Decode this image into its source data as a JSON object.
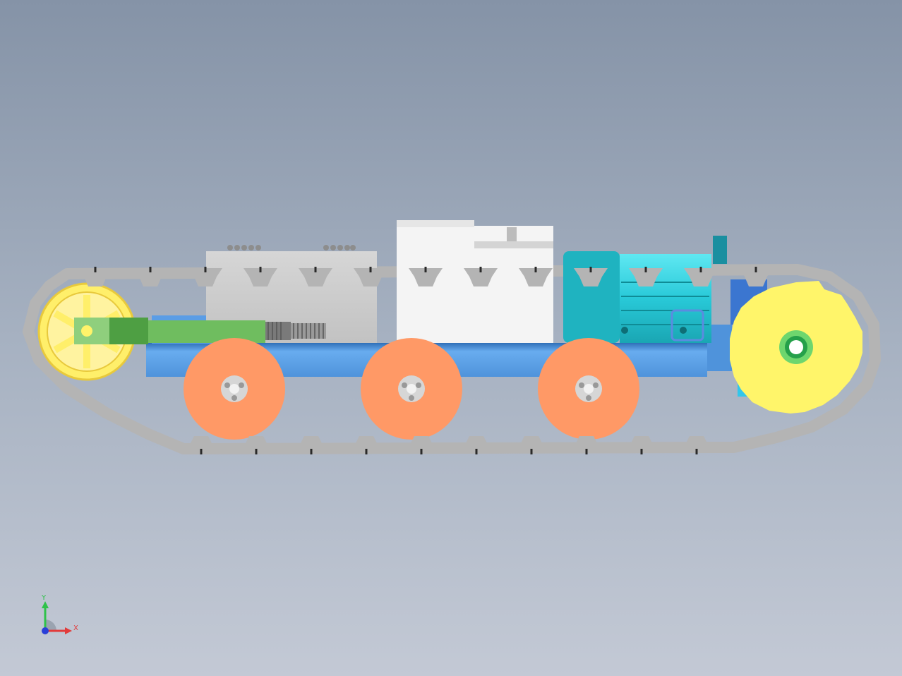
{
  "scene": {
    "colors": {
      "background_top": "#8593a7",
      "background_bottom": "#c3c9d5",
      "track": "#b4b4b4",
      "track_pin": "#2a2a2a",
      "idler_wheel": "#ffef6a",
      "sprocket": "#fff56a",
      "road_wheel": "#ff9966",
      "hub": "#d0d0d0",
      "chassis": "#5fa3e8",
      "tension_arm": "#6fbd5f",
      "battery_box": "#cbcbcb",
      "control_box": "#f4f4f4",
      "motor": "#34d8e6",
      "motor_dark": "#1a9ea8"
    },
    "parts": [
      "track",
      "idler-wheel",
      "tension-arm",
      "tension-screw",
      "battery-box",
      "control-box",
      "drive-motor",
      "drive-sprocket",
      "road-wheel",
      "road-wheel",
      "road-wheel",
      "chassis-rail"
    ]
  },
  "triad": {
    "x_label": "X",
    "y_label": "Y"
  }
}
